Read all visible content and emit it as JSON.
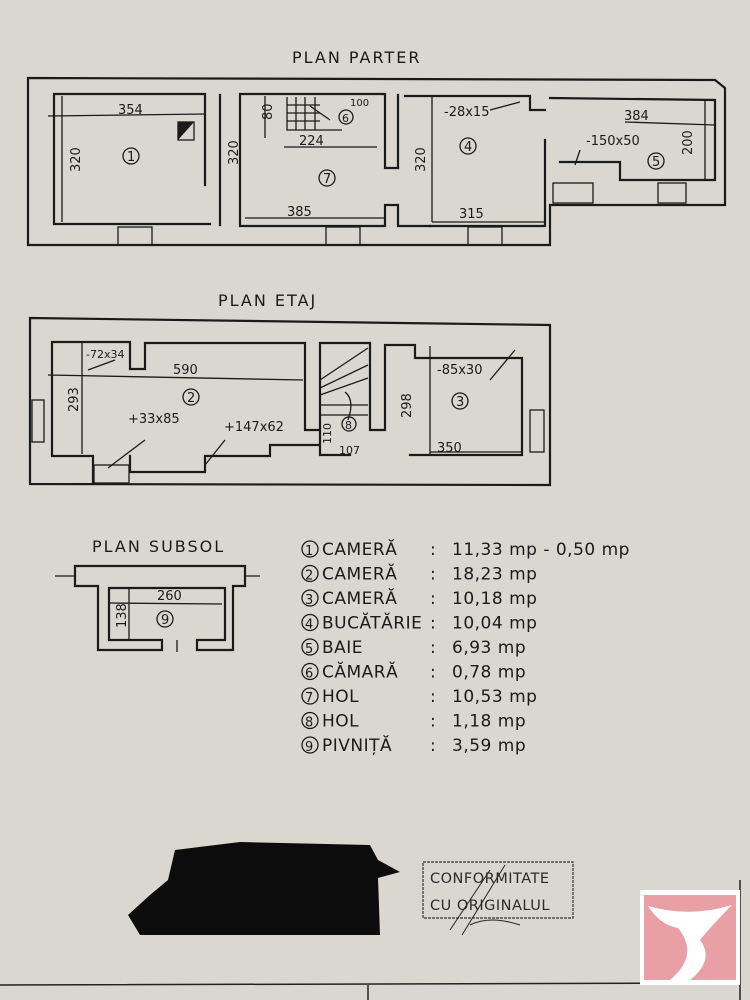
{
  "plans": {
    "parter": {
      "title": "PLAN PARTER",
      "dims": [
        "354",
        "320",
        "320",
        "80",
        "100",
        "224",
        "385",
        "320",
        "315",
        "-28x15",
        "384",
        "-150x50",
        "200"
      ],
      "rooms": [
        "1",
        "7",
        "6",
        "4",
        "5"
      ]
    },
    "etaj": {
      "title": "PLAN ETAJ",
      "dims": [
        "-72x34",
        "590",
        "293",
        "+33x85",
        "+147x62",
        "110",
        "107",
        "298",
        "-85x30",
        "350"
      ],
      "rooms": [
        "2",
        "8",
        "3"
      ]
    },
    "subsol": {
      "title": "PLAN SUBSOL",
      "dims": [
        "260",
        "138"
      ],
      "rooms": [
        "9"
      ]
    }
  },
  "legend": [
    {
      "num": "1",
      "name": "CAMERĂ",
      "sep": ":",
      "area": "11,33 mp - 0,50 mp"
    },
    {
      "num": "2",
      "name": "CAMERĂ",
      "sep": ":",
      "area": "18,23 mp"
    },
    {
      "num": "3",
      "name": "CAMERĂ",
      "sep": ":",
      "area": "10,18 mp"
    },
    {
      "num": "4",
      "name": "BUCĂTĂRIE",
      "sep": ":",
      "area": "10,04 mp"
    },
    {
      "num": "5",
      "name": "BAIE",
      "sep": ":",
      "area": "6,93 mp"
    },
    {
      "num": "6",
      "name": "CĂMARĂ",
      "sep": ":",
      "area": "0,78 mp"
    },
    {
      "num": "7",
      "name": "HOL",
      "sep": ":",
      "area": "10,53 mp"
    },
    {
      "num": "8",
      "name": "HOL",
      "sep": ":",
      "area": "1,18 mp"
    },
    {
      "num": "9",
      "name": "PIVNIȚĂ",
      "sep": ":",
      "area": "3,59 mp"
    }
  ],
  "stamp": {
    "line1": "CONFORMITATE",
    "line2": "CU ORIGINALUL"
  },
  "colors": {
    "paper": "#d9d7cf",
    "ink": "#1a1a1a",
    "logo": "#e8a0a6"
  }
}
